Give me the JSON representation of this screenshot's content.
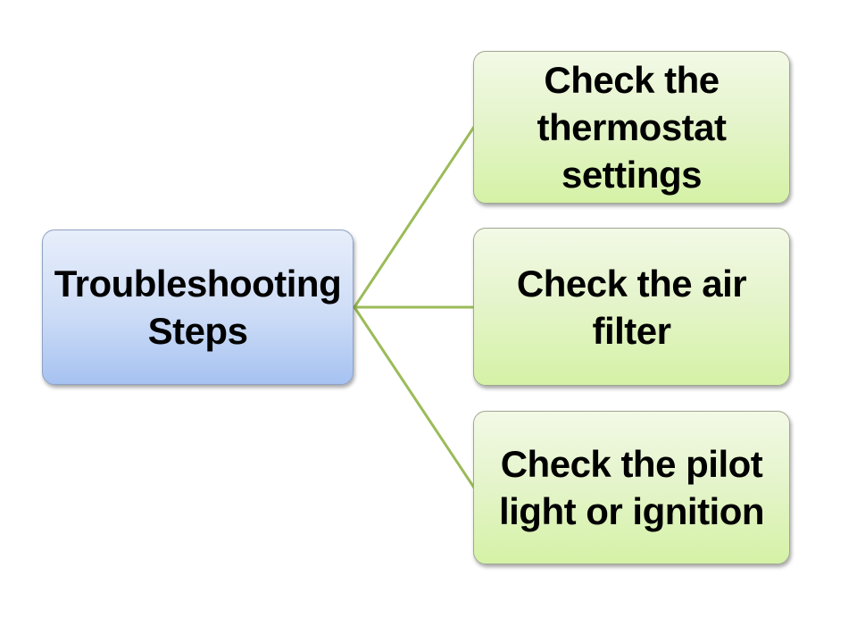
{
  "theme": {
    "connector-color": "#9BBB59",
    "hub-gradient-top": "#E7EEFB",
    "hub-gradient-bottom": "#A6C2F1",
    "hub-border-color": "#8FA2C4",
    "leaf-gradient-top": "#F2F9E6",
    "leaf-gradient-bottom": "#D5F2A6",
    "leaf-border-color": "#A0A894",
    "text-color": "#000000",
    "page-bg": "#FFFFFF"
  },
  "diagram": {
    "type": "radiating-list-smartart",
    "hub": {
      "label": "Troubleshooting\nSteps"
    },
    "nodes": [
      {
        "label": "Check the\nthermostat\nsettings"
      },
      {
        "label": "Check the air\nfilter"
      },
      {
        "label": "Check the pilot\nlight or ignition"
      }
    ]
  }
}
